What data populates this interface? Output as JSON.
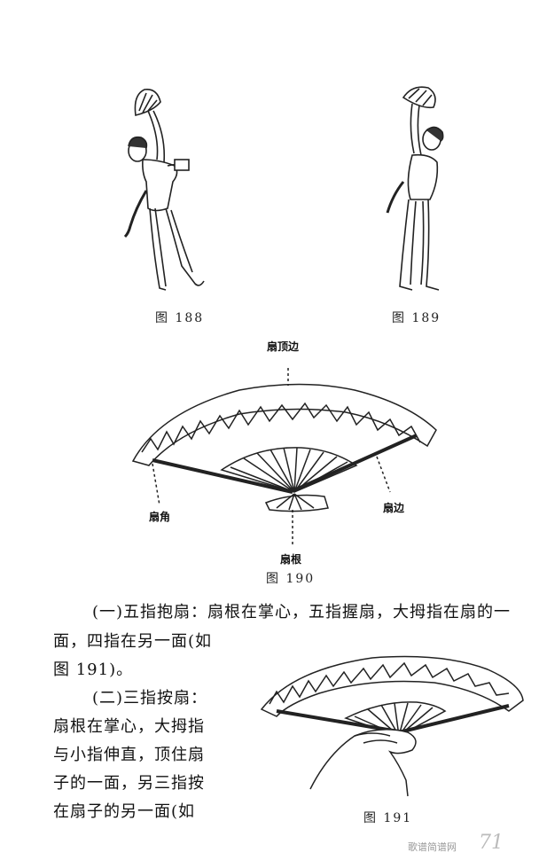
{
  "figures": {
    "fig188_caption": "图 188",
    "fig189_caption": "图 189",
    "fig190_caption": "图 190",
    "fig191_caption": "图 191"
  },
  "fan_labels": {
    "top_edge": "扇顶边",
    "corner": "扇角",
    "side": "扇边",
    "root": "扇根"
  },
  "text_lines": [
    "(一)五指抱扇：扇根在掌心，五指握扇，大拇指在扇的一",
    "面，四指在另一面(如",
    "图 191)。",
    "(二)三指按扇：",
    "扇根在掌心，大拇指",
    "与小指伸直，顶住扇",
    "子的一面，另三指按",
    "在扇子的另一面(如"
  ],
  "watermark": "歌谱简谱网",
  "page_number": "71"
}
